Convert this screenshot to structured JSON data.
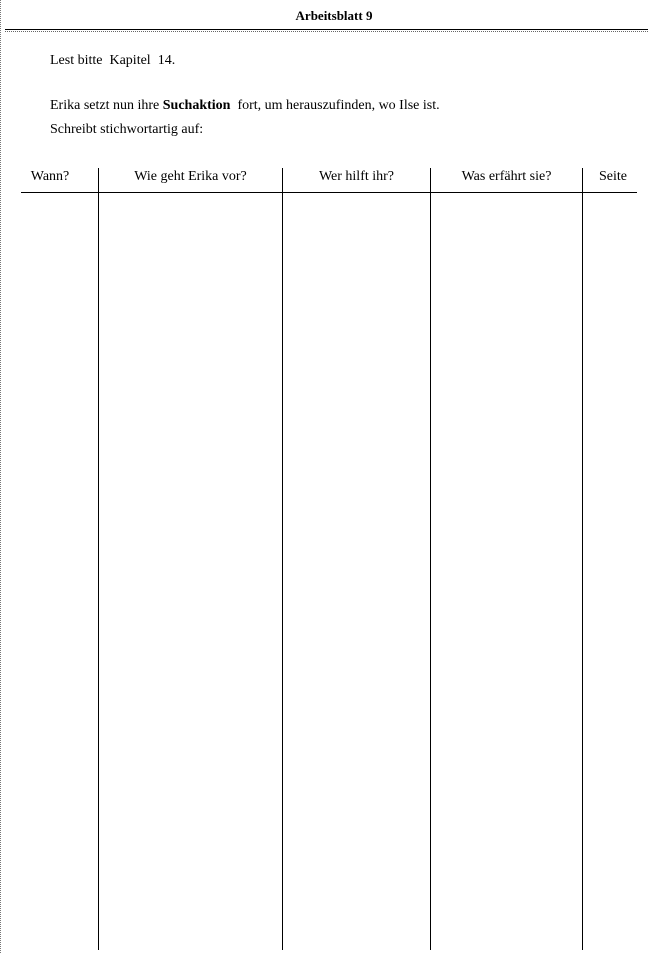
{
  "header": {
    "title": "Arbeitsblatt 9"
  },
  "instructions": {
    "line1": "Lest bitte  Kapitel  14.",
    "line2_before": "Erika setzt nun ihre ",
    "line2_bold": "Suchaktion",
    "line2_after": "  fort, um herauszufinden, wo Ilse ist.",
    "line3": "Schreibt stichwortartig auf:"
  },
  "table": {
    "headers": [
      "Wann?",
      "Wie geht Erika vor?",
      "Wer hilft ihr?",
      "Was erfährt sie?",
      "Seite"
    ]
  }
}
